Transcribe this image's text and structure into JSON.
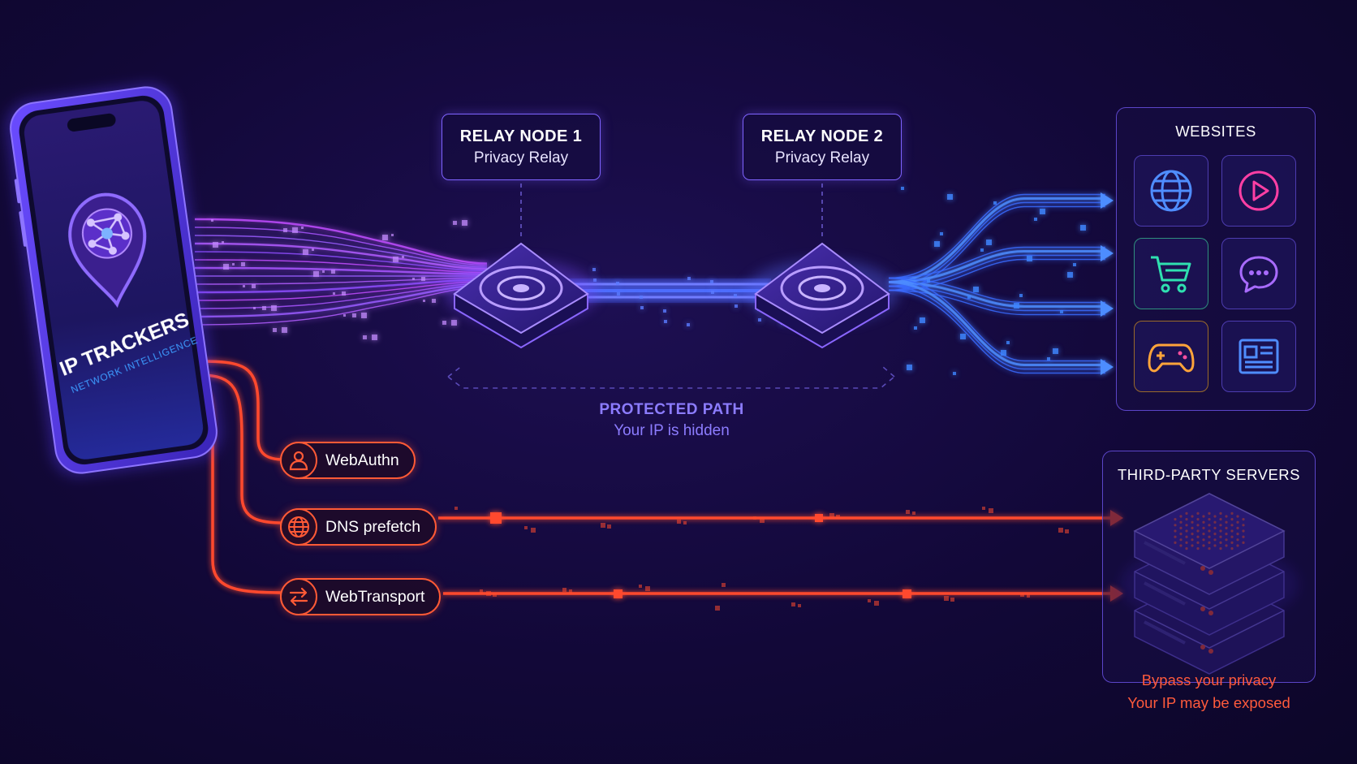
{
  "phone": {
    "app_title": "IP TRACKERS",
    "app_subtitle": "NETWORK INTELLIGENCE"
  },
  "relays": [
    {
      "title": "RELAY NODE 1",
      "subtitle": "Privacy Relay"
    },
    {
      "title": "RELAY NODE 2",
      "subtitle": "Privacy Relay"
    }
  ],
  "protected_path": {
    "title": "PROTECTED PATH",
    "subtitle": "Your IP is hidden"
  },
  "websites": {
    "title": "WEBSITES",
    "icons": [
      "globe-icon",
      "play-icon",
      "cart-icon",
      "chat-icon",
      "gamepad-icon",
      "news-icon"
    ]
  },
  "leaks": [
    {
      "label": "WebAuthn",
      "icon": "user-icon"
    },
    {
      "label": "DNS prefetch",
      "icon": "globe-icon"
    },
    {
      "label": "WebTransport",
      "icon": "swap-arrows-icon"
    }
  ],
  "third_party": {
    "title": "THIRD-PARTY SERVERS",
    "warning_1": "Bypass your privacy",
    "warning_2": "Your IP may be exposed"
  },
  "colors": {
    "background": "#120838",
    "relay_purple": "#8b5cff",
    "relay_blue": "#3b7bff",
    "leak_red": "#ff4a2e",
    "warning_text": "#ff5a3c"
  }
}
